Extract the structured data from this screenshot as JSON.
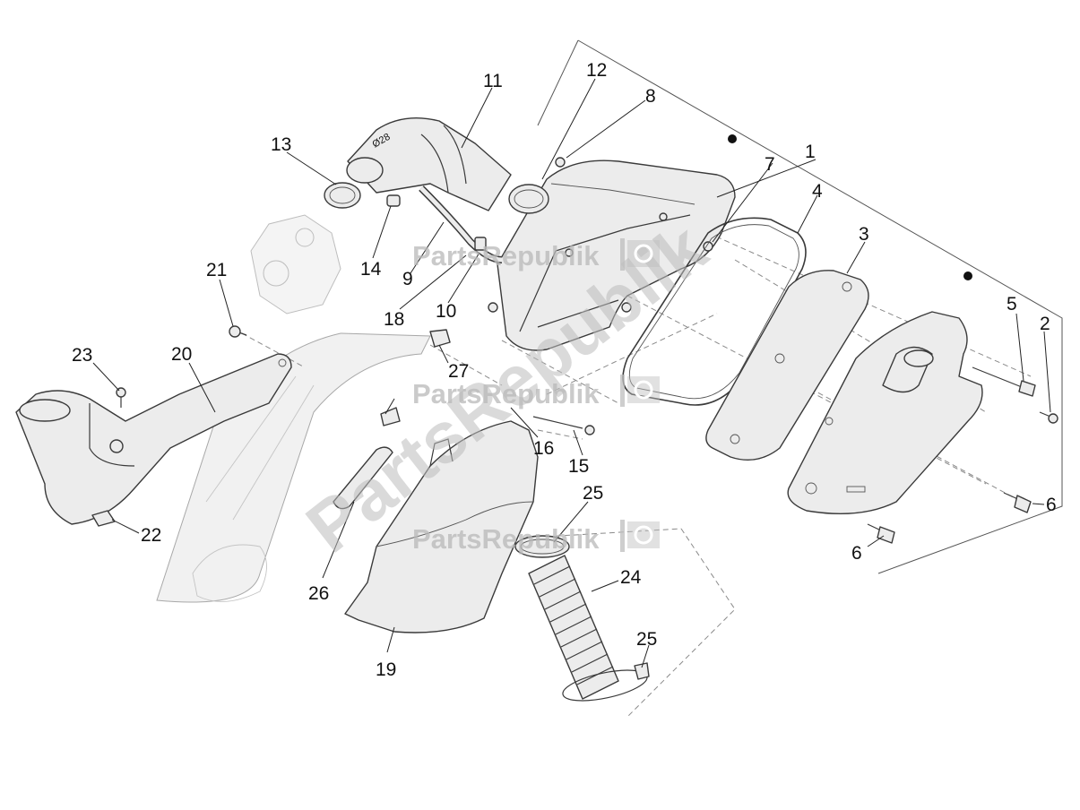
{
  "watermark": {
    "brand": "PartsRepublik",
    "diagonal_text": "PartsRepublik",
    "logo_icon": "flag-gear-icon"
  },
  "callouts": [
    {
      "id": "1",
      "label": "1"
    },
    {
      "id": "2",
      "label": "2"
    },
    {
      "id": "3",
      "label": "3"
    },
    {
      "id": "4",
      "label": "4"
    },
    {
      "id": "5",
      "label": "5"
    },
    {
      "id": "6a",
      "label": "6"
    },
    {
      "id": "6b",
      "label": "6"
    },
    {
      "id": "7",
      "label": "7"
    },
    {
      "id": "8",
      "label": "8"
    },
    {
      "id": "9",
      "label": "9"
    },
    {
      "id": "10",
      "label": "10"
    },
    {
      "id": "11",
      "label": "11"
    },
    {
      "id": "12",
      "label": "12"
    },
    {
      "id": "13",
      "label": "13"
    },
    {
      "id": "14",
      "label": "14"
    },
    {
      "id": "15",
      "label": "15"
    },
    {
      "id": "16",
      "label": "16"
    },
    {
      "id": "18",
      "label": "18"
    },
    {
      "id": "19",
      "label": "19"
    },
    {
      "id": "20",
      "label": "20"
    },
    {
      "id": "21",
      "label": "21"
    },
    {
      "id": "22",
      "label": "22"
    },
    {
      "id": "23",
      "label": "23"
    },
    {
      "id": "24",
      "label": "24"
    },
    {
      "id": "25a",
      "label": "25"
    },
    {
      "id": "25b",
      "label": "25"
    },
    {
      "id": "26",
      "label": "26"
    },
    {
      "id": "27",
      "label": "27"
    }
  ],
  "part_marks": {
    "duct_diameter": "Ø28"
  }
}
